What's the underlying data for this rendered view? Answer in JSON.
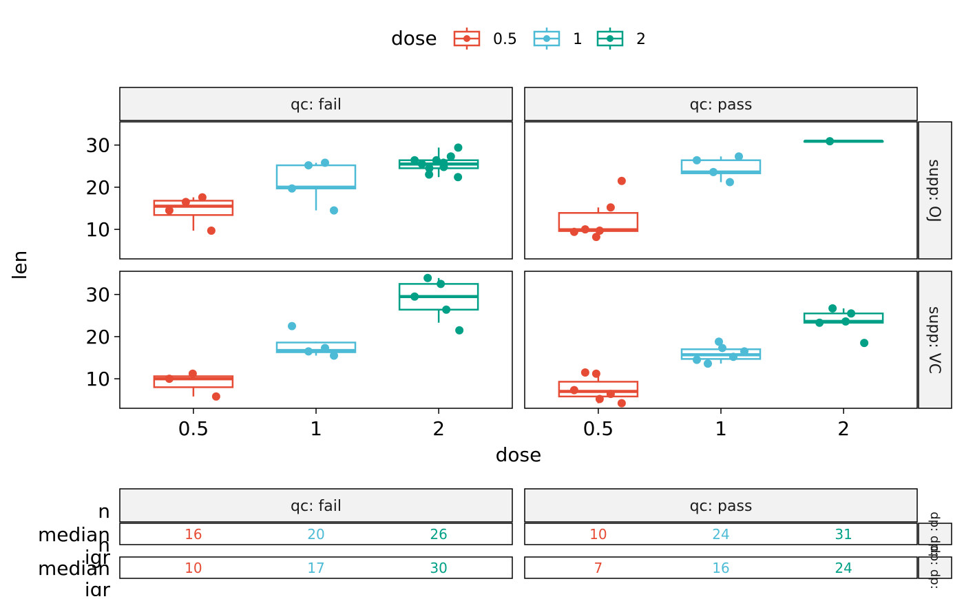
{
  "legend": {
    "title": "dose",
    "position": "top",
    "entries": [
      {
        "label": "0.5",
        "color": "#E64B35"
      },
      {
        "label": "1",
        "color": "#4DBBD5"
      },
      {
        "label": "2",
        "color": "#00A087"
      }
    ]
  },
  "chart_data": {
    "type": "boxplot",
    "xlabel": "dose",
    "ylabel": "len",
    "x_categories": [
      "0.5",
      "1",
      "2"
    ],
    "y_ticks": [
      10,
      20,
      30
    ],
    "ylim": [
      3,
      35.5
    ],
    "grid": false,
    "colors": {
      "0.5": "#E64B35",
      "1": "#4DBBD5",
      "2": "#00A087"
    },
    "facet_columns": [
      "qc: fail",
      "qc: pass"
    ],
    "facet_rows": [
      "supp: OJ",
      "supp: VC"
    ],
    "panels": [
      {
        "col": "qc: fail",
        "row": "supp: OJ",
        "groups": [
          {
            "dose": "0.5",
            "q1": 13.4,
            "median": 15.5,
            "q3": 16.8,
            "whisker_low": 9.7,
            "whisker_high": 17.6,
            "points": [
              14.5,
              16.5,
              17.6,
              9.7
            ]
          },
          {
            "dose": "1",
            "q1": 19.7,
            "median": 20.0,
            "q3": 25.2,
            "whisker_low": 14.5,
            "whisker_high": 25.8,
            "points": [
              19.7,
              25.2,
              25.8,
              14.5
            ]
          },
          {
            "dose": "2",
            "q1": 24.5,
            "median": 25.5,
            "q3": 26.4,
            "whisker_low": 22.4,
            "whisker_high": 29.4,
            "points": [
              26.4,
              25.5,
              24.5,
              23.0,
              26.4,
              24.8,
              25.8,
              27.3,
              29.4,
              22.4
            ]
          }
        ]
      },
      {
        "col": "qc: pass",
        "row": "supp: OJ",
        "groups": [
          {
            "dose": "0.5",
            "q1": 9.6,
            "median": 9.9,
            "q3": 13.9,
            "whisker_low": 8.2,
            "whisker_high": 15.2,
            "points": [
              9.4,
              10.0,
              8.2,
              9.7,
              15.2,
              21.5
            ]
          },
          {
            "dose": "1",
            "q1": 23.3,
            "median": 23.6,
            "q3": 26.4,
            "whisker_low": 21.2,
            "whisker_high": 27.3,
            "points": [
              26.4,
              23.6,
              21.2,
              27.3
            ]
          },
          {
            "dose": "2",
            "q1": 30.9,
            "median": 30.9,
            "q3": 30.9,
            "whisker_low": 30.9,
            "whisker_high": 30.9,
            "points": [
              30.9
            ]
          }
        ]
      },
      {
        "col": "qc: fail",
        "row": "supp: VC",
        "groups": [
          {
            "dose": "0.5",
            "q1": 8.0,
            "median": 10.0,
            "q3": 10.6,
            "whisker_low": 5.8,
            "whisker_high": 11.2,
            "points": [
              10.0,
              11.2,
              5.8
            ]
          },
          {
            "dose": "1",
            "q1": 16.3,
            "median": 16.7,
            "q3": 18.6,
            "whisker_low": 15.5,
            "whisker_high": 18.8,
            "points": [
              22.5,
              16.5,
              17.3,
              15.5
            ]
          },
          {
            "dose": "2",
            "q1": 26.4,
            "median": 29.5,
            "q3": 32.5,
            "whisker_low": 23.3,
            "whisker_high": 33.9,
            "points": [
              29.5,
              33.9,
              32.5,
              26.4,
              21.5
            ]
          }
        ]
      },
      {
        "col": "qc: pass",
        "row": "supp: VC",
        "groups": [
          {
            "dose": "0.5",
            "q1": 5.8,
            "median": 7.0,
            "q3": 9.3,
            "whisker_low": 4.2,
            "whisker_high": 11.5,
            "points": [
              7.3,
              11.5,
              11.2,
              5.2,
              6.4,
              4.2
            ]
          },
          {
            "dose": "1",
            "q1": 14.7,
            "median": 15.7,
            "q3": 17.0,
            "whisker_low": 13.6,
            "whisker_high": 18.8,
            "points": [
              14.5,
              13.6,
              18.8,
              17.3,
              15.2,
              16.5
            ]
          },
          {
            "dose": "2",
            "q1": 23.3,
            "median": 23.6,
            "q3": 25.5,
            "whisker_low": 23.3,
            "whisker_high": 26.7,
            "points": [
              23.3,
              26.7,
              23.6,
              25.5,
              18.5
            ]
          }
        ]
      }
    ]
  },
  "summary_table": {
    "row_labels": [
      "n",
      "median",
      "n",
      "igr",
      "median",
      "igr"
    ],
    "facet_columns": [
      "qc: fail",
      "qc: pass"
    ],
    "strip_right": "dp: dp:",
    "rows": [
      {
        "cells": [
          {
            "col": "qc: fail",
            "values": [
              "16",
              "20",
              "26"
            ]
          },
          {
            "col": "qc: pass",
            "values": [
              "10",
              "24",
              "31"
            ]
          }
        ]
      },
      {
        "cells": [
          {
            "col": "qc: fail",
            "values": [
              "10",
              "17",
              "30"
            ]
          },
          {
            "col": "qc: pass",
            "values": [
              "7",
              "16",
              "24"
            ]
          }
        ]
      }
    ]
  }
}
